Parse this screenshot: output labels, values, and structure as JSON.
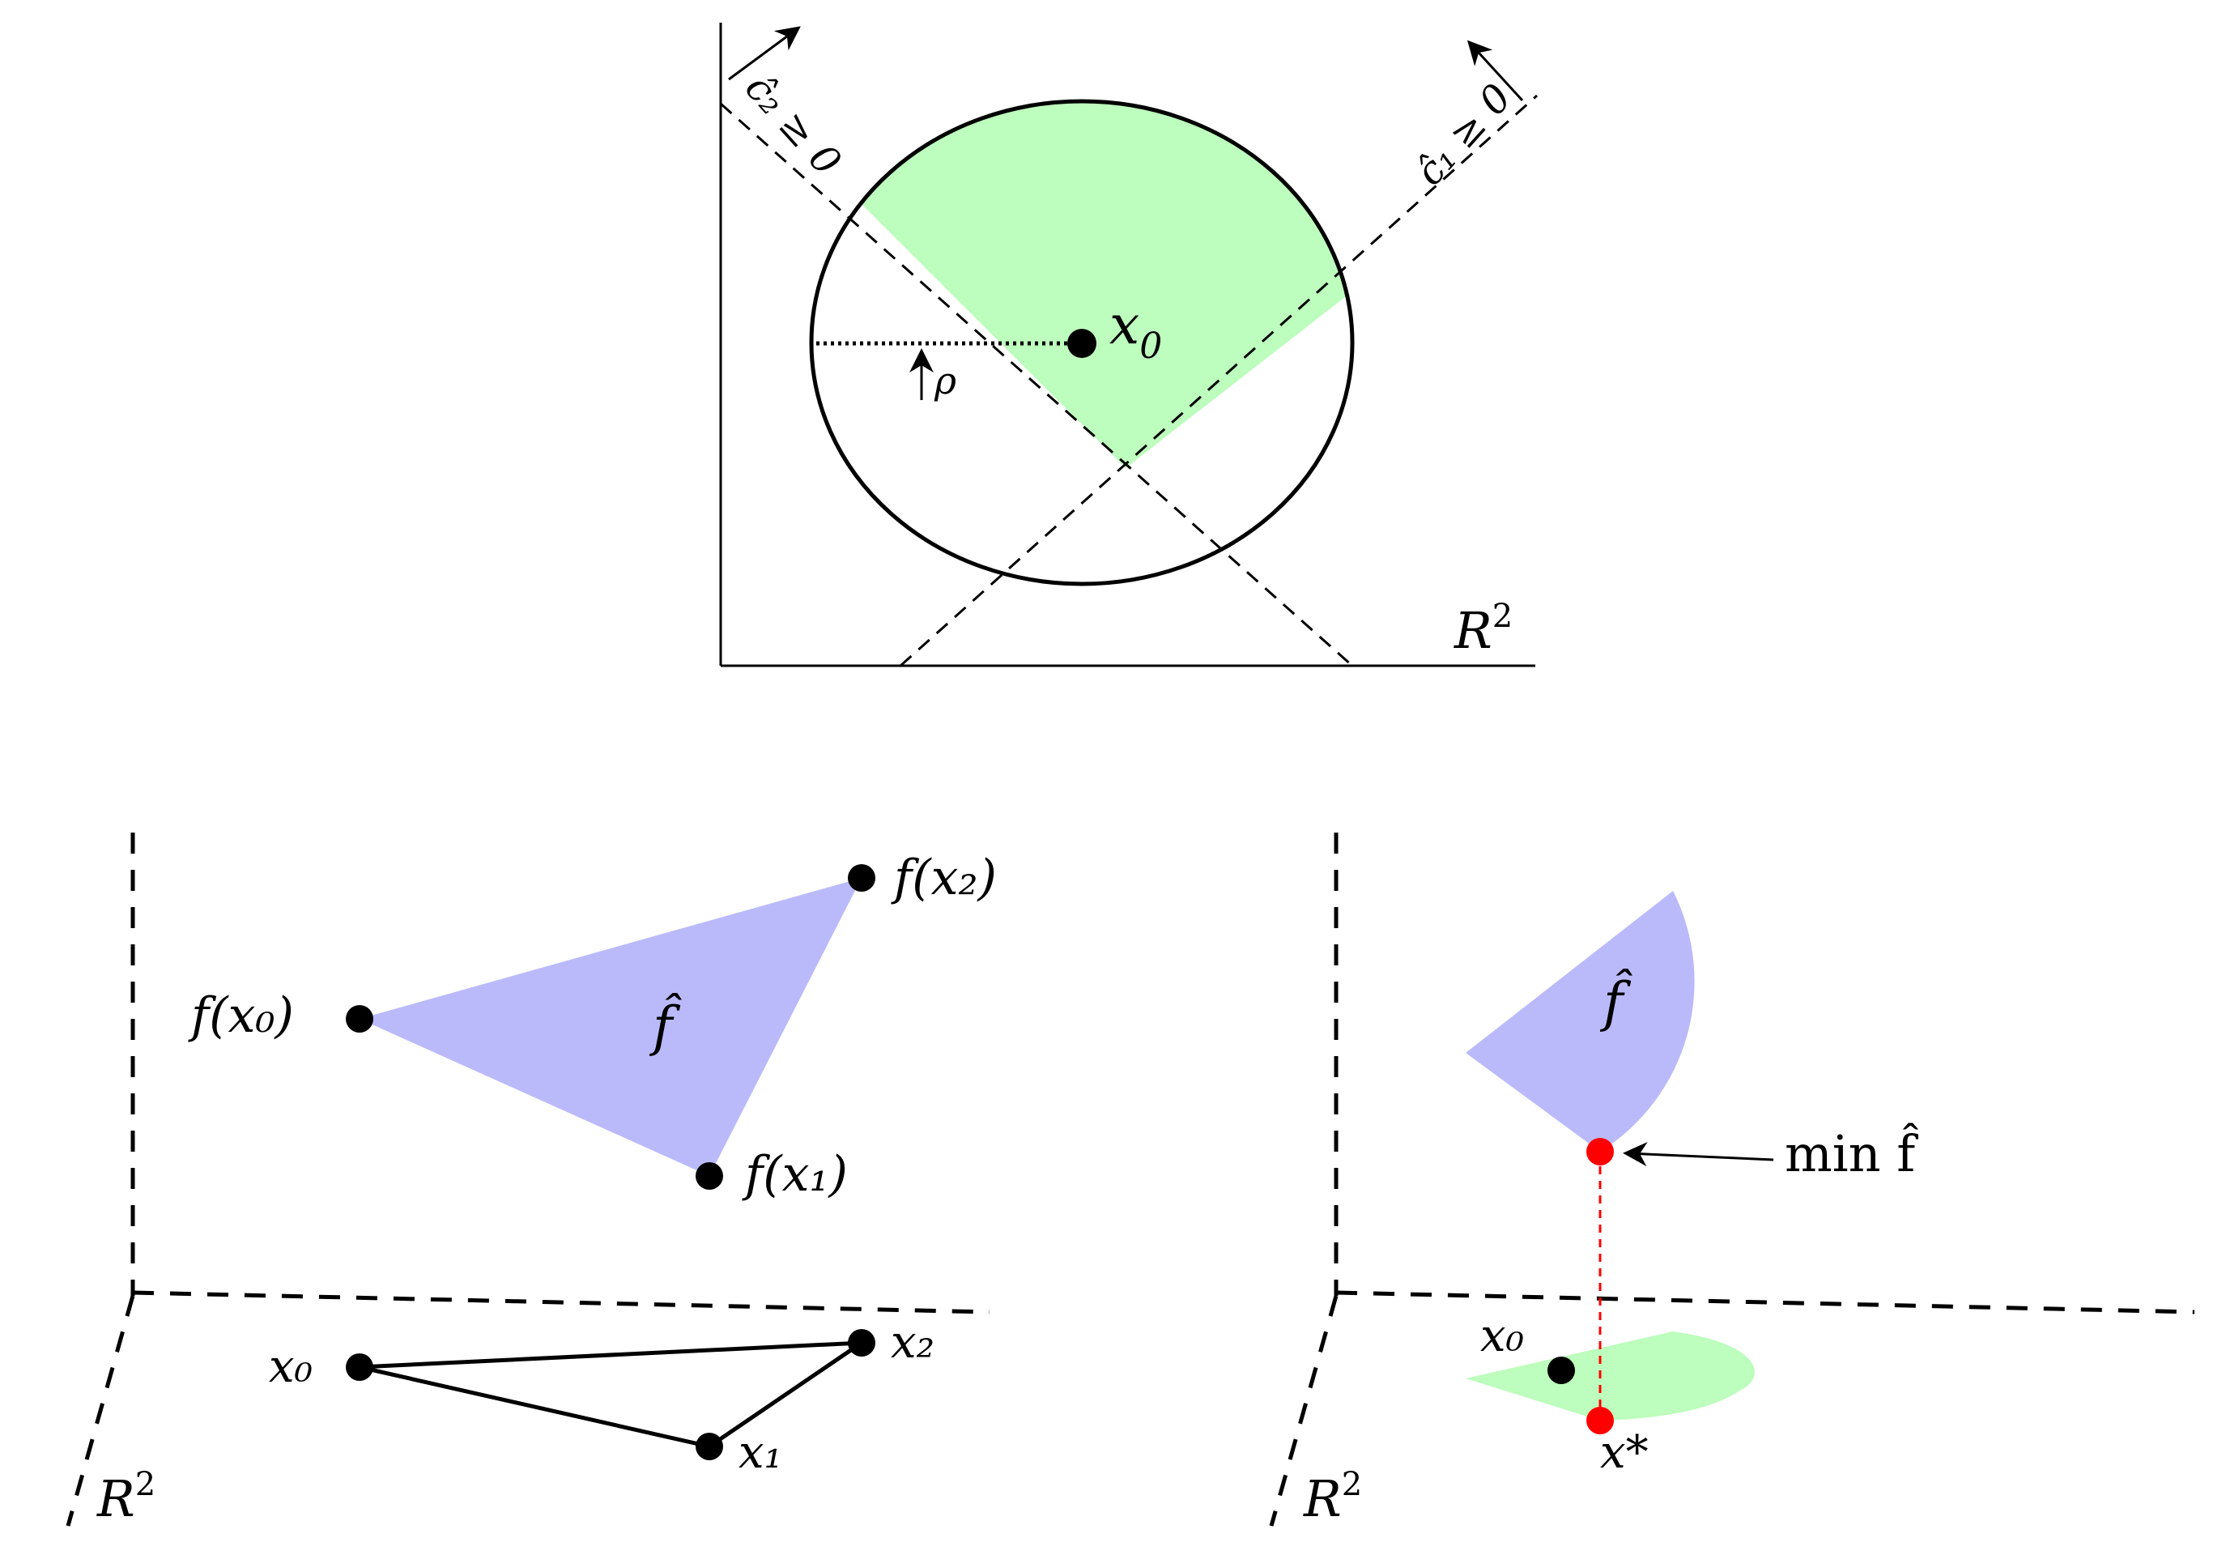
{
  "panel_top": {
    "labels": {
      "x0": "x",
      "x0_sub": "0",
      "rho": "ρ",
      "space": "R",
      "space_sup": "2",
      "c2_constraint": "ĉ₂ ≥ 0",
      "c1_constraint": "ĉ₁ ≥ 0"
    }
  },
  "panel_bottom_left": {
    "labels": {
      "f_x0": "f(x₀)",
      "f_x1": "f(x₁)",
      "f_x2": "f(x₂)",
      "f_hat": "f̂",
      "x0": "x₀",
      "x1": "x₁",
      "x2": "x₂",
      "space": "R",
      "space_sup": "2"
    }
  },
  "panel_bottom_right": {
    "labels": {
      "f_hat": "f̂",
      "min_f_hat": "min f̂",
      "x0": "x₀",
      "x_star": "x*",
      "space": "R",
      "space_sup": "2"
    }
  },
  "colors": {
    "feasible_green": "#bdfdbd",
    "model_blue": "#babafb",
    "optimum_red": "#ff0000",
    "ink": "#000000"
  }
}
